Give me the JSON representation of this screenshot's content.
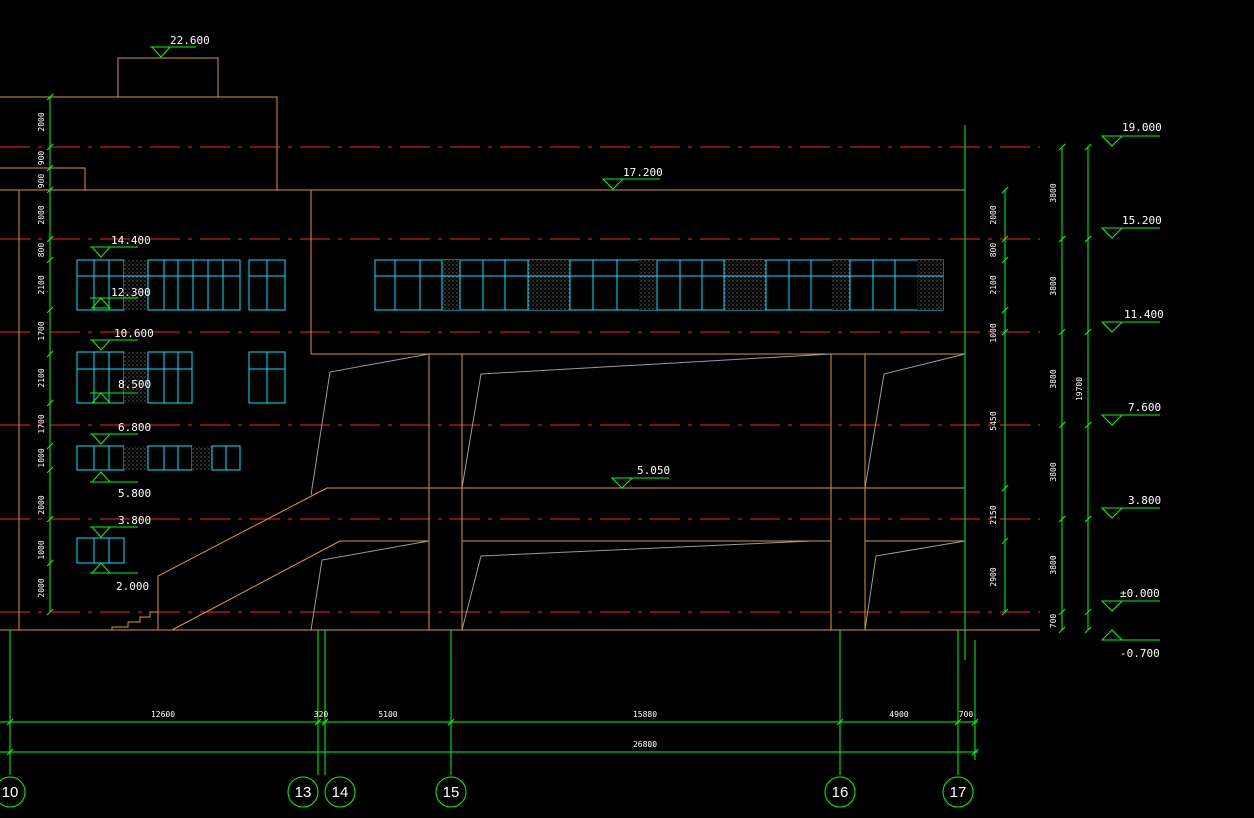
{
  "colors": {
    "background": "#000000",
    "outline": "#d89a30",
    "dimension": "#00ff00",
    "floor_line": "#ff2020",
    "window": "#00e5ff",
    "text": "#ffffff",
    "hatch": "#9a9a9a"
  },
  "elevations": {
    "roof_top": "22.600",
    "parapet": "17.200",
    "mid_ground": "5.050",
    "left": [
      "14.400",
      "12.300",
      "10.600",
      "8.500",
      "6.800",
      "5.800",
      "3.800",
      "2.000"
    ],
    "right": [
      "19.000",
      "15.200",
      "11.400",
      "7.600",
      "3.800",
      "±0.000",
      "-0.700"
    ]
  },
  "dims": {
    "left_vertical": [
      "2000",
      "900",
      "900",
      "2000",
      "800",
      "2100",
      "1700",
      "2100",
      "1700",
      "1000",
      "2000",
      "1000",
      "2000"
    ],
    "right_chain": [
      "2000",
      "800",
      "2100",
      "1000",
      "5450",
      "2150",
      "2900"
    ],
    "right_floors": [
      "3800",
      "3800",
      "3800",
      "3800",
      "3800",
      "700"
    ],
    "right_total": "19700",
    "bottom_chain": [
      "12600",
      "320",
      "5100",
      "15880",
      "4900",
      "700"
    ],
    "bottom_total": "26800"
  },
  "axes": [
    "10",
    "13",
    "14",
    "15",
    "16",
    "17"
  ]
}
